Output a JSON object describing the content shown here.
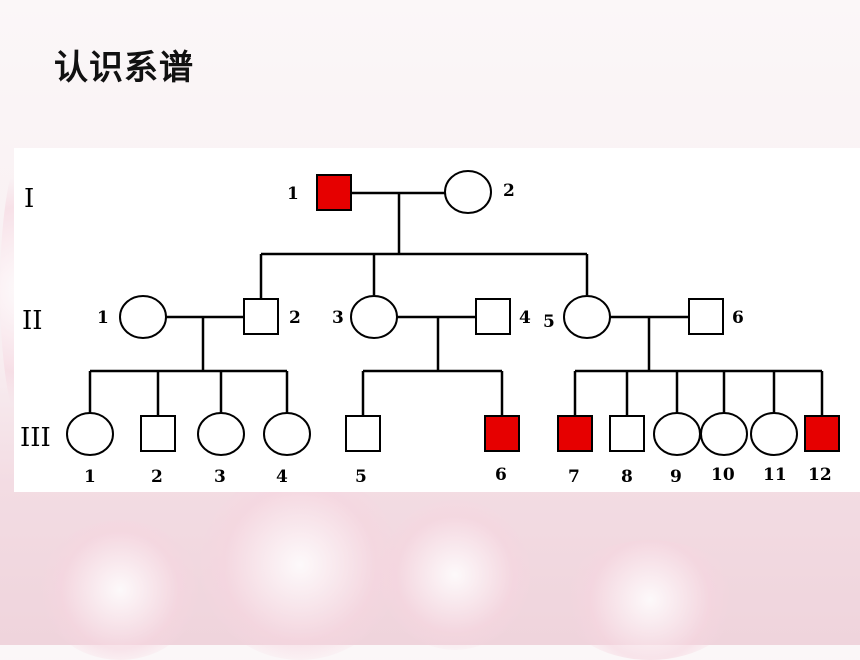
{
  "title": "认识系谱",
  "colors": {
    "affected": "#e60000",
    "unaffected": "#ffffff",
    "line": "#000000"
  },
  "generations": [
    "I",
    "II",
    "III"
  ],
  "individuals": {
    "I": [
      {
        "label": "1",
        "sex": "male",
        "affected": true
      },
      {
        "label": "2",
        "sex": "female",
        "affected": false
      }
    ],
    "II": [
      {
        "label": "1",
        "sex": "female",
        "affected": false
      },
      {
        "label": "2",
        "sex": "male",
        "affected": false
      },
      {
        "label": "3",
        "sex": "female",
        "affected": false
      },
      {
        "label": "4",
        "sex": "male",
        "affected": false
      },
      {
        "label": "5",
        "sex": "female",
        "affected": false
      },
      {
        "label": "6",
        "sex": "male",
        "affected": false
      }
    ],
    "III": [
      {
        "label": "1",
        "sex": "female",
        "affected": false
      },
      {
        "label": "2",
        "sex": "male",
        "affected": false
      },
      {
        "label": "3",
        "sex": "female",
        "affected": false
      },
      {
        "label": "4",
        "sex": "female",
        "affected": false
      },
      {
        "label": "5",
        "sex": "male",
        "affected": false
      },
      {
        "label": "6",
        "sex": "male",
        "affected": true
      },
      {
        "label": "7",
        "sex": "male",
        "affected": true
      },
      {
        "label": "8",
        "sex": "male",
        "affected": false
      },
      {
        "label": "9",
        "sex": "female",
        "affected": false
      },
      {
        "label": "10",
        "sex": "female",
        "affected": false
      },
      {
        "label": "11",
        "sex": "female",
        "affected": false
      },
      {
        "label": "12",
        "sex": "male",
        "affected": true
      }
    ]
  }
}
